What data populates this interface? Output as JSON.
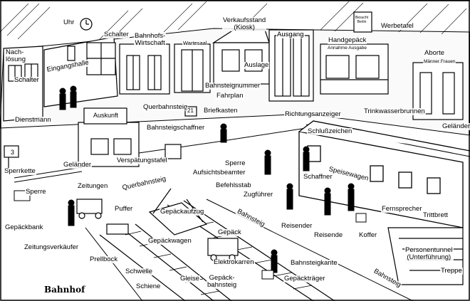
{
  "title": "Bahnhof",
  "labels": {
    "uhr": "Uhr",
    "schalter_top": "Schalter",
    "bahnhofswirtschaft": "Bahnhofs-\nWirtschaft",
    "wartesaal": "Wartesaal",
    "verkaufsstand": "Verkaufsstand\n(Kiosk)",
    "ausgang": "Ausgang",
    "werbetafel": "Werbetafel",
    "werbetafel_sign": "Besucht\nBerlin",
    "nachloesung": "Nach-\nlösung",
    "eingangshalle": "Eingangshalle",
    "handgepaeck": "Handgepäck",
    "handgepaeck_sub": "Annahme   Ausgabe",
    "aborte": "Aborte",
    "aborte_sub": "Männer  Frauen",
    "schalter_left": "Schalter",
    "auslage": "Auslage",
    "bahnsteignummer": "Bahnsteignummer",
    "fahrplan": "Fahrplan",
    "querbahnsteig_top": "Querbahnsteig",
    "briefkasten": "Briefkasten",
    "richtungsanzeiger": "Richtungsanzeiger",
    "trinkwasserbrunnen": "Trinkwasserbrunnen",
    "gelaender_right": "Geländer",
    "dienstmann": "Dienstmann",
    "auskunft": "Auskunft",
    "bahnsteigschaffner": "Bahnsteigschaffner",
    "schlusszeichen": "Schlußzeichen",
    "platform_number": "21",
    "sign_3": "3",
    "gelaender_left": "Geländer",
    "verspaetungstafel": "Verspätungstafel",
    "sperre_right": "Sperre",
    "sperrkette": "Sperrkette",
    "aufsichtsbeamter": "Aufsichtsbeamter",
    "schaffner": "Schaffner",
    "speisewagen": "Speisewagen",
    "sperre_left": "Sperre",
    "zeitungen": "Zeitungen",
    "querbahnsteig_mid": "Querbahnsteig",
    "befehlsstab": "Befehlsstab",
    "zugfuehrer": "Zugführer",
    "puffer": "Puffer",
    "gepaeckaufzug": "Gepäckaufzug",
    "bahnsteig_mid": "Bahnsteig",
    "fernsprecher": "Fernsprecher",
    "trittbrett": "Trittbrett",
    "gepaeckbank": "Gepäckbank",
    "reisender": "Reisender",
    "gepaeck": "Gepäck",
    "reisende": "Reisende",
    "koffer": "Koffer",
    "zeitungsverkaeufer": "Zeitungsverkäufer",
    "gepaeckwagen": "Gepäckwagen",
    "personentunnel": "Personentunnel\n(Unterführung)",
    "prellbock": "Prellbock",
    "elektrokarren": "Elektrokarren",
    "bahnsteigkante": "Bahnsteigkante",
    "schwelle": "Schwelle",
    "gleise": "Gleise",
    "gepaeckbahnsteig": "Gepäck-\nbahnsteig",
    "gepaecktraeger": "Gepäckträger",
    "bahnsteig_bottom": "Bahnsteig",
    "treppe": "Treppe",
    "schiene": "Schiene"
  }
}
